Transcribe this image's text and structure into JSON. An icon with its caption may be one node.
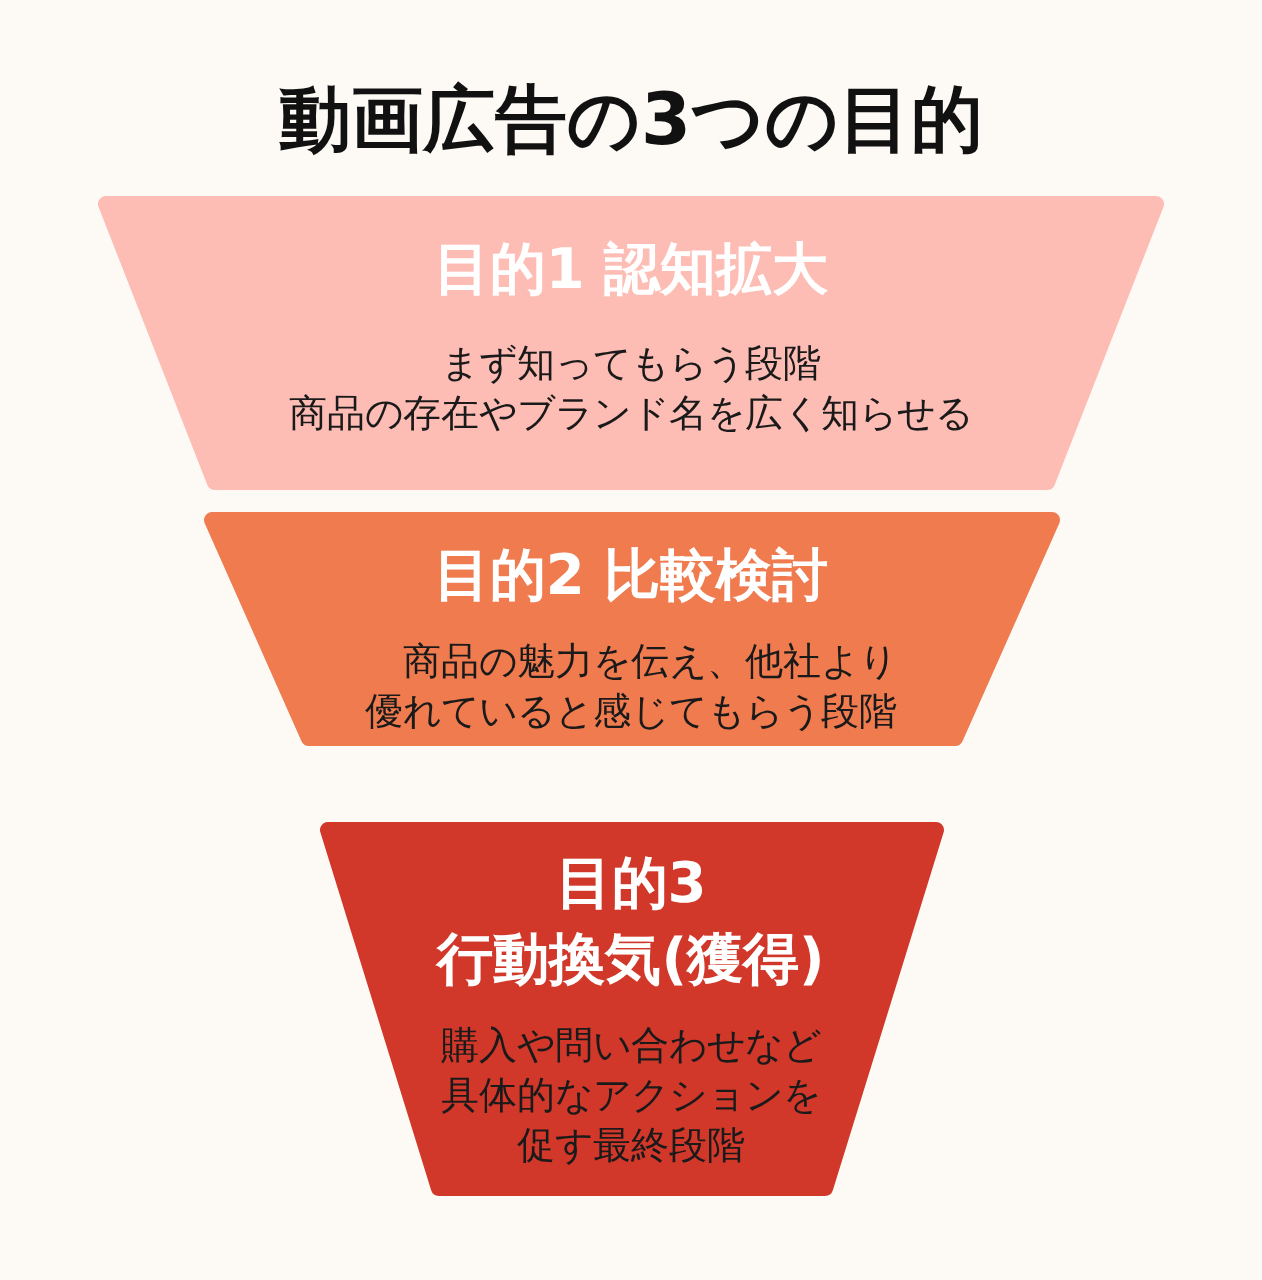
{
  "diagram": {
    "title": "動画広告の3つの目的",
    "nodes": [
      {
        "text": [
          "目的1 認知拡大",
          "まず知ってもらう段階",
          "商品の存在やブランド名を広く知らせる"
        ]
      },
      {
        "text": [
          "目的2 比較検討",
          "商品の魅力を伝え、他社より優れていると感じてもらう段階"
        ]
      },
      {
        "text": [
          "目的3 行動換気(獲得)",
          "購入や問い合わせなど具体的なアクションを促す最終段階"
        ]
      }
    ]
  }
}
